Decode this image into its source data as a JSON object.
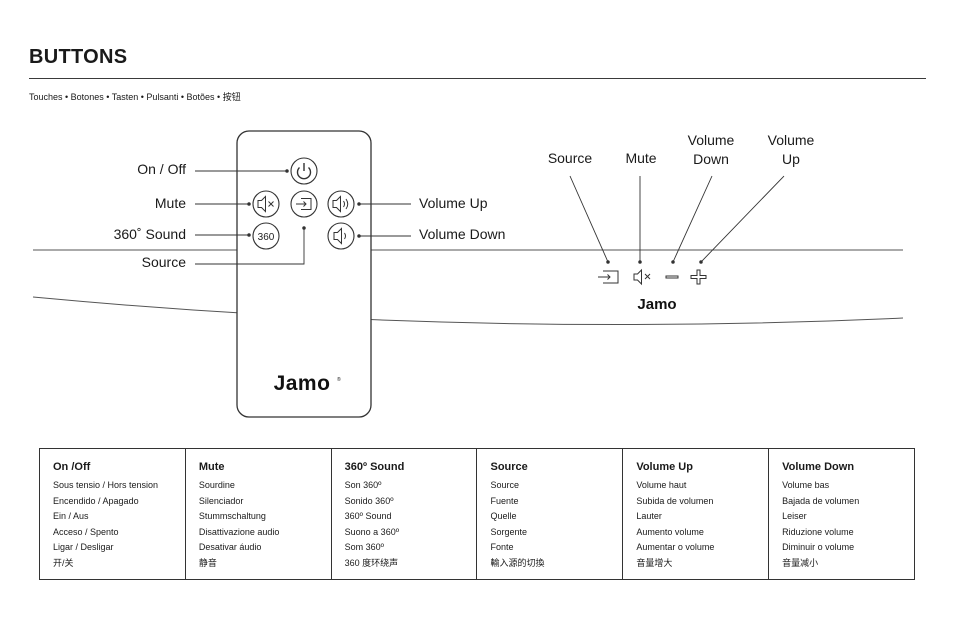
{
  "header": {
    "title": "BUTTONS",
    "subtitle": "Touches • Botones • Tasten • Pulsanti • Botões • 按钮"
  },
  "remote": {
    "labels": {
      "on_off": "On / Off",
      "mute": "Mute",
      "sound360": "360˚ Sound",
      "source": "Source",
      "volume_up": "Volume Up",
      "volume_down": "Volume Down"
    },
    "button_360_text": "360",
    "brand": "Jamo",
    "brand_mark": "®"
  },
  "speaker": {
    "labels": {
      "source": "Source",
      "mute": "Mute",
      "volume_down": "Volume Down",
      "volume_up": "Volume Up"
    },
    "brand": "Jamo"
  },
  "table": {
    "columns": [
      {
        "heading": "On /Off",
        "lines": [
          "Sous tensio  / Hors tension",
          "Encendido / Apagado",
          "Ein / Aus",
          "Acceso / Spento",
          "Ligar / Desligar",
          "开/关"
        ]
      },
      {
        "heading": "Mute",
        "lines": [
          "Sourdine",
          "Silenciador",
          "Stummschaltung",
          "Disattivazione audio",
          "Desativar áudio",
          "静音"
        ]
      },
      {
        "heading": "360º Sound",
        "lines": [
          "Son 360º",
          "Sonido 360º",
          "360º Sound",
          "Suono a 360º",
          "Som 360º",
          "360 度环绕声"
        ]
      },
      {
        "heading": "Source",
        "lines": [
          "Source",
          "Fuente",
          "Quelle",
          "Sorgente",
          "Fonte",
          "輸入源的切換"
        ]
      },
      {
        "heading": "Volume Up",
        "lines": [
          "Volume haut",
          "Subida de volumen",
          "Lauter",
          "Aumento volume",
          "Aumentar o volume",
          "音量增大"
        ]
      },
      {
        "heading": "Volume Down",
        "lines": [
          "Volume bas",
          "Bajada de volumen",
          "Leiser",
          "Riduzione volume",
          "Diminuir o volume",
          "音量减小"
        ]
      }
    ]
  }
}
